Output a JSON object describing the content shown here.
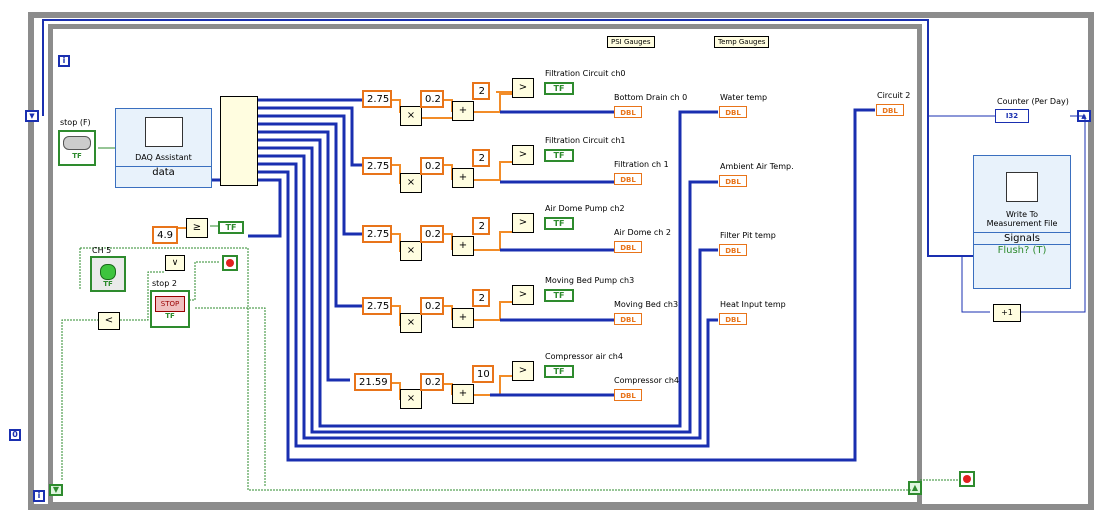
{
  "loop": {
    "iteration_outer": "i",
    "iteration_inner": "i",
    "constant_zero": "0"
  },
  "stop_f": {
    "label": "stop (F)",
    "tf": "TF"
  },
  "daq": {
    "title": "DAQ Assistant",
    "output": "data"
  },
  "compare": {
    "constant": "4.9",
    "tf": "TF"
  },
  "ch5": {
    "label": "CH 5",
    "tf": "TF"
  },
  "stop2": {
    "label": "stop 2",
    "button": "STOP",
    "tf": "TF"
  },
  "headers": {
    "psi": "PSI Gauges",
    "temp": "Temp Gauges"
  },
  "channels": [
    {
      "mult": "2.75",
      "add": "0.2",
      "thresh": "2",
      "bool_label": "Filtration Circuit ch0",
      "dbl_label": "Bottom Drain ch 0"
    },
    {
      "mult": "2.75",
      "add": "0.2",
      "thresh": "2",
      "bool_label": "Filtration Circuit ch1",
      "dbl_label": "Filtration ch 1"
    },
    {
      "mult": "2.75",
      "add": "0.2",
      "thresh": "2",
      "bool_label": "Air Dome Pump ch2",
      "dbl_label": "Air Dome ch 2"
    },
    {
      "mult": "2.75",
      "add": "0.2",
      "thresh": "2",
      "bool_label": "Moving Bed Pump ch3",
      "dbl_label": "Moving Bed ch3"
    },
    {
      "mult": "21.59",
      "add": "0.2",
      "thresh": "10",
      "bool_label": "Compressor air ch4",
      "dbl_label": "Compressor ch4"
    }
  ],
  "temps": [
    "Water temp",
    "Ambient Air Temp.",
    "Filter Pit temp",
    "Heat Input temp"
  ],
  "circuit2": "Circuit 2",
  "counter": {
    "label": "Counter (Per Day)",
    "type": "I32"
  },
  "write": {
    "title_line1": "Write To",
    "title_line2": "Measurement File",
    "signals": "Signals",
    "flush": "Flush? (T)"
  },
  "dbl_text": "DBL",
  "tf_text": "TF",
  "mult_symbol": "×",
  "add_symbol": "+",
  "gt_symbol": ">",
  "ge_symbol": "≥",
  "lt_symbol": "<",
  "or_symbol": "∨",
  "plus1": "+1",
  "colors": {
    "wire_dbl": "#f28c28",
    "wire_dyn": "#1a2fb0",
    "wire_bool": "#2e8b2e",
    "loop_gray": "#8c8c8c"
  }
}
